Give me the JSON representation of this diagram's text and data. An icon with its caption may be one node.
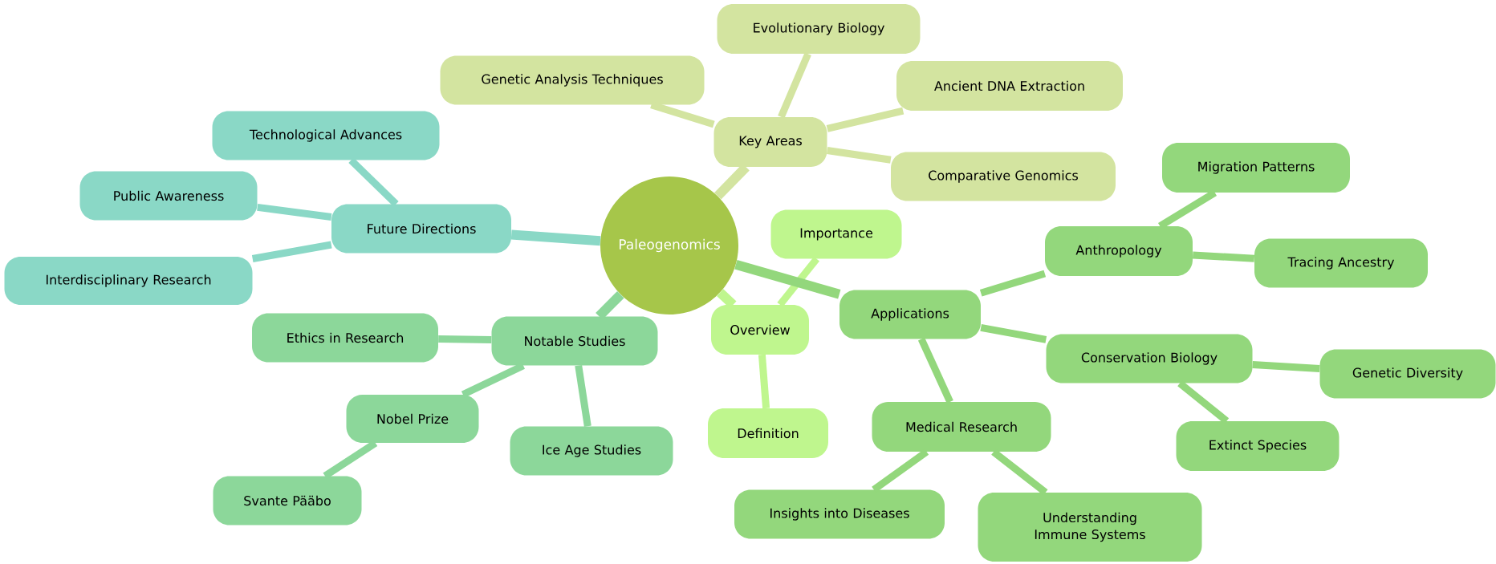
{
  "diagram": {
    "nodes": [
      {
        "text": [
          "Paleogenomics"
        ]
      },
      {
        "text": [
          "Key Areas"
        ]
      },
      {
        "text": [
          "Evolutionary Biology"
        ]
      },
      {
        "text": [
          "Genetic Analysis Techniques"
        ]
      },
      {
        "text": [
          "Ancient DNA Extraction"
        ]
      },
      {
        "text": [
          "Comparative Genomics"
        ]
      },
      {
        "text": [
          "Future Directions"
        ]
      },
      {
        "text": [
          "Technological Advances"
        ]
      },
      {
        "text": [
          "Public Awareness"
        ]
      },
      {
        "text": [
          "Interdisciplinary Research"
        ]
      },
      {
        "text": [
          "Overview"
        ]
      },
      {
        "text": [
          "Importance"
        ]
      },
      {
        "text": [
          "Definition"
        ]
      },
      {
        "text": [
          "Notable Studies"
        ]
      },
      {
        "text": [
          "Ethics in Research"
        ]
      },
      {
        "text": [
          "Nobel Prize"
        ]
      },
      {
        "text": [
          "Svante Pääbo"
        ]
      },
      {
        "text": [
          "Ice Age Studies"
        ]
      },
      {
        "text": [
          "Applications"
        ]
      },
      {
        "text": [
          "Anthropology"
        ]
      },
      {
        "text": [
          "Migration Patterns"
        ]
      },
      {
        "text": [
          "Tracing Ancestry"
        ]
      },
      {
        "text": [
          "Conservation Biology"
        ]
      },
      {
        "text": [
          "Genetic Diversity"
        ]
      },
      {
        "text": [
          "Extinct Species"
        ]
      },
      {
        "text": [
          "Medical Research"
        ]
      },
      {
        "text": [
          "Insights into Diseases"
        ]
      },
      {
        "text": [
          "Understanding Immune Systems"
        ]
      }
    ],
    "edges": [
      {
        "from": 0,
        "to": 1,
        "arrow": "none"
      },
      {
        "from": 1,
        "to": 2,
        "arrow": "none"
      },
      {
        "from": 1,
        "to": 3,
        "arrow": "none"
      },
      {
        "from": 1,
        "to": 4,
        "arrow": "none"
      },
      {
        "from": 1,
        "to": 5,
        "arrow": "none"
      },
      {
        "from": 0,
        "to": 6,
        "arrow": "none"
      },
      {
        "from": 6,
        "to": 7,
        "arrow": "none"
      },
      {
        "from": 6,
        "to": 8,
        "arrow": "none"
      },
      {
        "from": 6,
        "to": 9,
        "arrow": "none"
      },
      {
        "from": 0,
        "to": 10,
        "arrow": "none"
      },
      {
        "from": 10,
        "to": 11,
        "arrow": "none"
      },
      {
        "from": 10,
        "to": 12,
        "arrow": "none"
      },
      {
        "from": 0,
        "to": 13,
        "arrow": "none"
      },
      {
        "from": 13,
        "to": 14,
        "arrow": "none"
      },
      {
        "from": 13,
        "to": 15,
        "arrow": "none"
      },
      {
        "from": 15,
        "to": 16,
        "arrow": "none"
      },
      {
        "from": 13,
        "to": 17,
        "arrow": "none"
      },
      {
        "from": 0,
        "to": 18,
        "arrow": "none"
      },
      {
        "from": 18,
        "to": 19,
        "arrow": "none"
      },
      {
        "from": 19,
        "to": 20,
        "arrow": "none"
      },
      {
        "from": 19,
        "to": 21,
        "arrow": "none"
      },
      {
        "from": 18,
        "to": 22,
        "arrow": "none"
      },
      {
        "from": 22,
        "to": 23,
        "arrow": "none"
      },
      {
        "from": 22,
        "to": 24,
        "arrow": "none"
      },
      {
        "from": 18,
        "to": 25,
        "arrow": "none"
      },
      {
        "from": 25,
        "to": 26,
        "arrow": "none"
      },
      {
        "from": 25,
        "to": 27,
        "arrow": "none"
      }
    ]
  }
}
